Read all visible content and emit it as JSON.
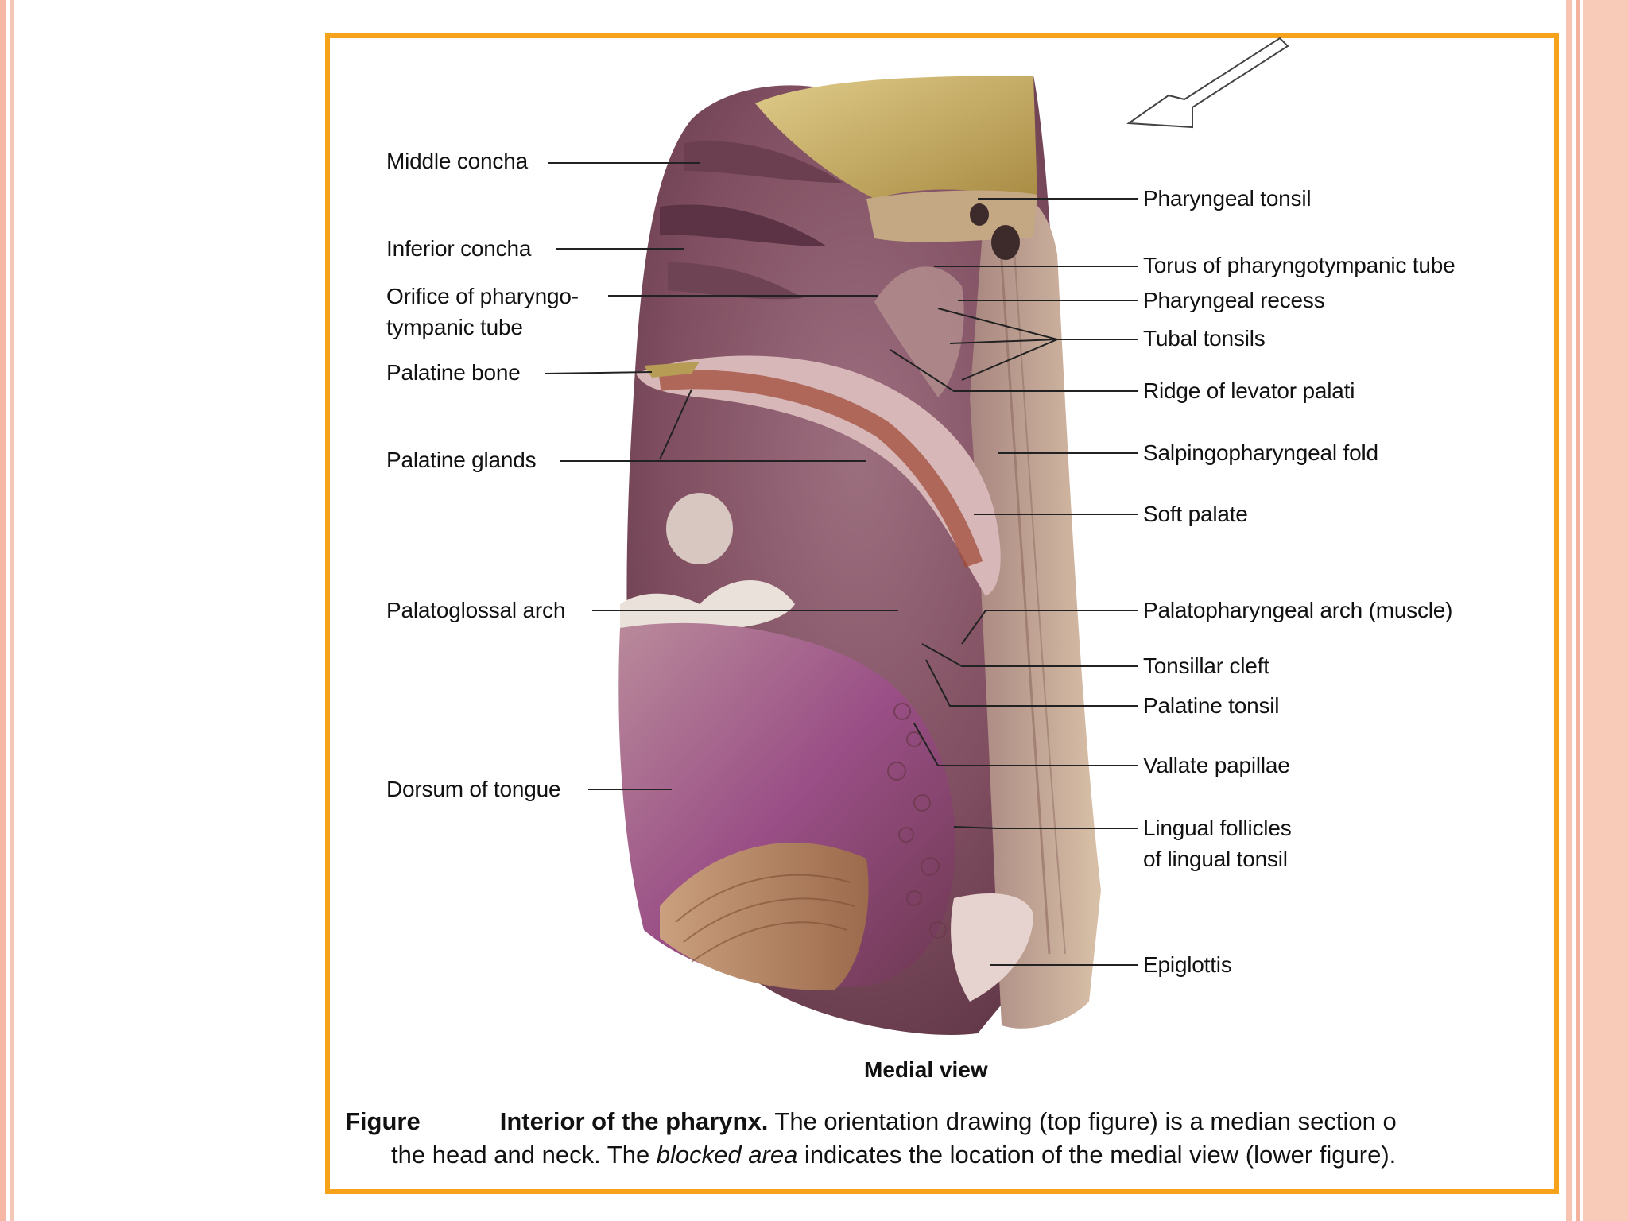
{
  "labels_left": {
    "middle_concha": "Middle concha",
    "inferior_concha": "Inferior concha",
    "orifice_1": "Orifice of pharyngo-",
    "orifice_2": "tympanic tube",
    "palatine_bone": "Palatine bone",
    "palatine_glands": "Palatine glands",
    "palatoglossal_arch": "Palatoglossal arch",
    "dorsum_of_tongue": "Dorsum of tongue"
  },
  "labels_right": {
    "pharyngeal_tonsil": "Pharyngeal tonsil",
    "torus": "Torus of pharyngotympanic tube",
    "pharyngeal_recess": "Pharyngeal recess",
    "tubal_tonsils": "Tubal tonsils",
    "ridge_levator": "Ridge of levator palati",
    "salpingopharyngeal_fold": "Salpingopharyngeal fold",
    "soft_palate": "Soft palate",
    "palatopharyngeal_arch": "Palatopharyngeal arch (muscle)",
    "tonsillar_cleft": "Tonsillar cleft",
    "palatine_tonsil": "Palatine tonsil",
    "vallate_papillae": "Vallate papillae",
    "lingual_follicles_1": "Lingual follicles",
    "lingual_follicles_2": "of lingual tonsil",
    "epiglottis": "Epiglottis"
  },
  "view_label": "Medial view",
  "caption": {
    "tag": "Figure",
    "title": "Interior of the pharynx.",
    "text1": " The orientation drawing (top figure) is a median section o",
    "text2a": "the head and neck. The ",
    "text2_italic": "blocked area",
    "text2b": " indicates the location of the medial view (lower figure)."
  },
  "colors": {
    "frame": "#f7a21b",
    "tissue": "#8a5a6a",
    "bone": "#c9b46a",
    "tongue": "#a4627e"
  }
}
